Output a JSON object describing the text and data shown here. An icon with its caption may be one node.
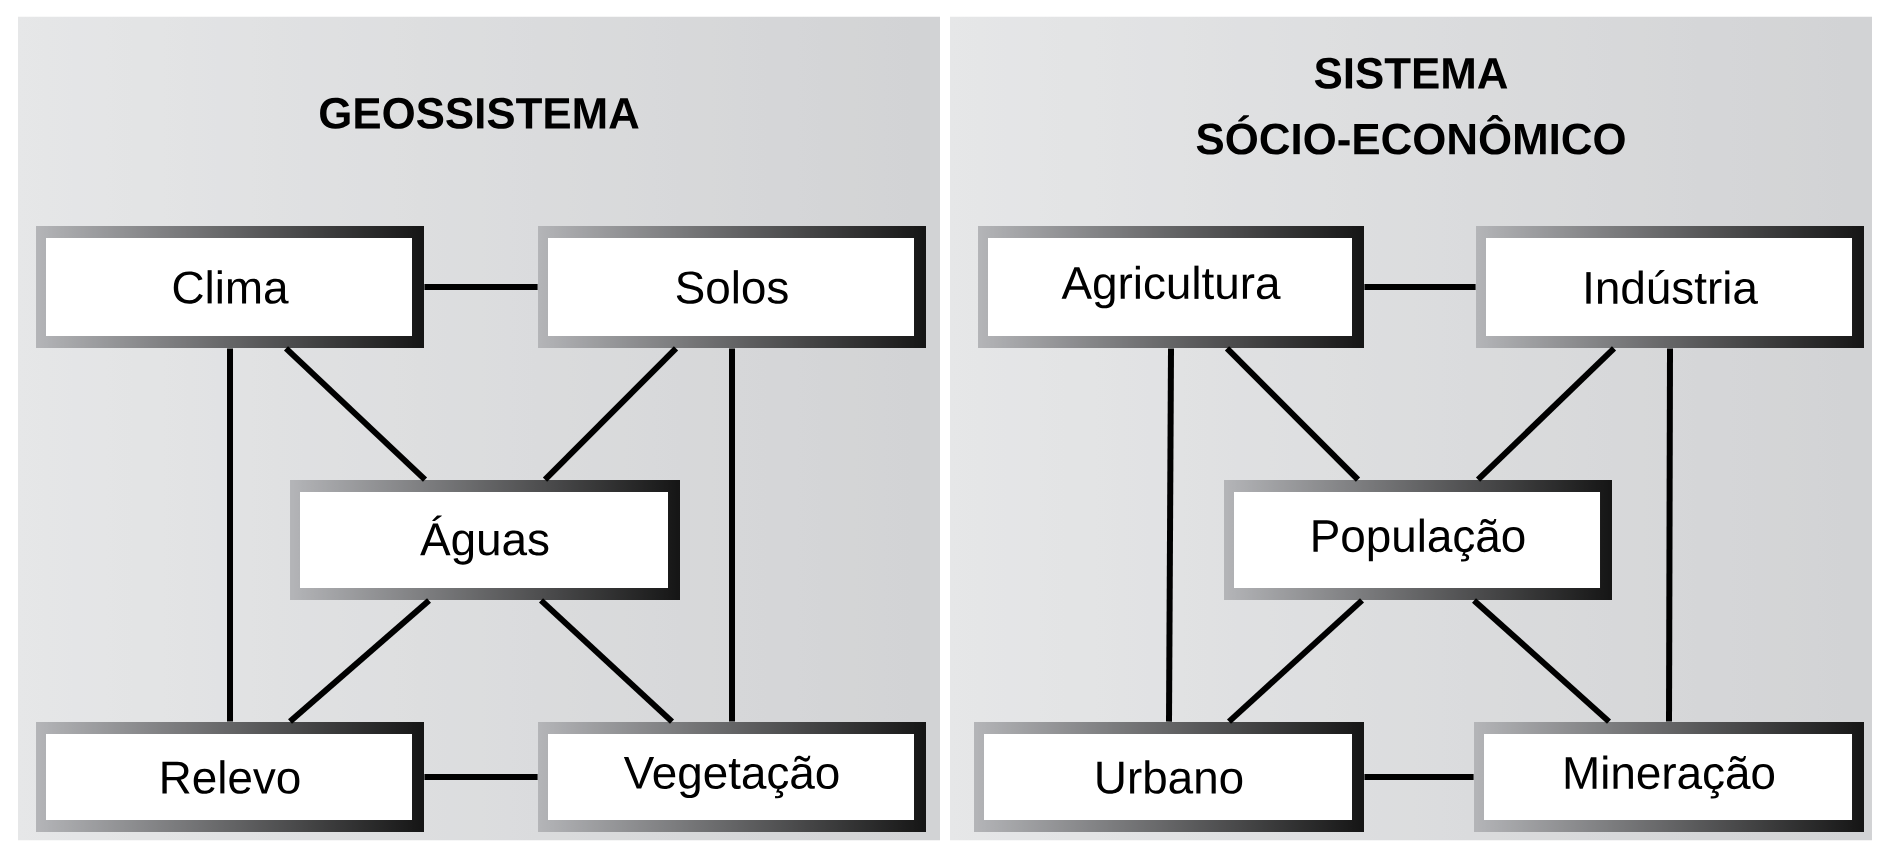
{
  "diagram": {
    "nodes": [
      {
        "text": [
          "GEOSSISTEMA"
        ]
      },
      {
        "text": [
          "Clima"
        ],
        "in": 0
      },
      {
        "text": [
          "Solos"
        ],
        "in": 0
      },
      {
        "text": [
          "Águas"
        ],
        "in": 0
      },
      {
        "text": [
          "Relevo"
        ],
        "in": 0
      },
      {
        "text": [
          "Vegetação"
        ],
        "in": 0
      },
      {
        "text": [
          "SISTEMA SÓCIO-ECONÔMICO"
        ]
      },
      {
        "text": [
          "Agricultura"
        ],
        "in": 6
      },
      {
        "text": [
          "Indústria"
        ],
        "in": 6
      },
      {
        "text": [
          "População"
        ],
        "in": 6
      },
      {
        "text": [
          "Urbano"
        ],
        "in": 6
      },
      {
        "text": [
          "Mineração"
        ],
        "in": 6
      }
    ],
    "edges": [
      {
        "from": 1,
        "to": 2,
        "arrow": "none"
      },
      {
        "from": 1,
        "to": 3,
        "arrow": "none"
      },
      {
        "from": 2,
        "to": 3,
        "arrow": "none"
      },
      {
        "from": 1,
        "to": 4,
        "arrow": "none"
      },
      {
        "from": 2,
        "to": 5,
        "arrow": "none"
      },
      {
        "from": 3,
        "to": 4,
        "arrow": "none"
      },
      {
        "from": 3,
        "to": 5,
        "arrow": "none"
      },
      {
        "from": 4,
        "to": 5,
        "arrow": "none"
      },
      {
        "from": 7,
        "to": 8,
        "arrow": "none"
      },
      {
        "from": 7,
        "to": 9,
        "arrow": "none"
      },
      {
        "from": 8,
        "to": 9,
        "arrow": "none"
      },
      {
        "from": 7,
        "to": 10,
        "arrow": "none"
      },
      {
        "from": 8,
        "to": 11,
        "arrow": "none"
      },
      {
        "from": 9,
        "to": 10,
        "arrow": "none"
      },
      {
        "from": 9,
        "to": 11,
        "arrow": "none"
      },
      {
        "from": 10,
        "to": 11,
        "arrow": "none"
      }
    ]
  }
}
